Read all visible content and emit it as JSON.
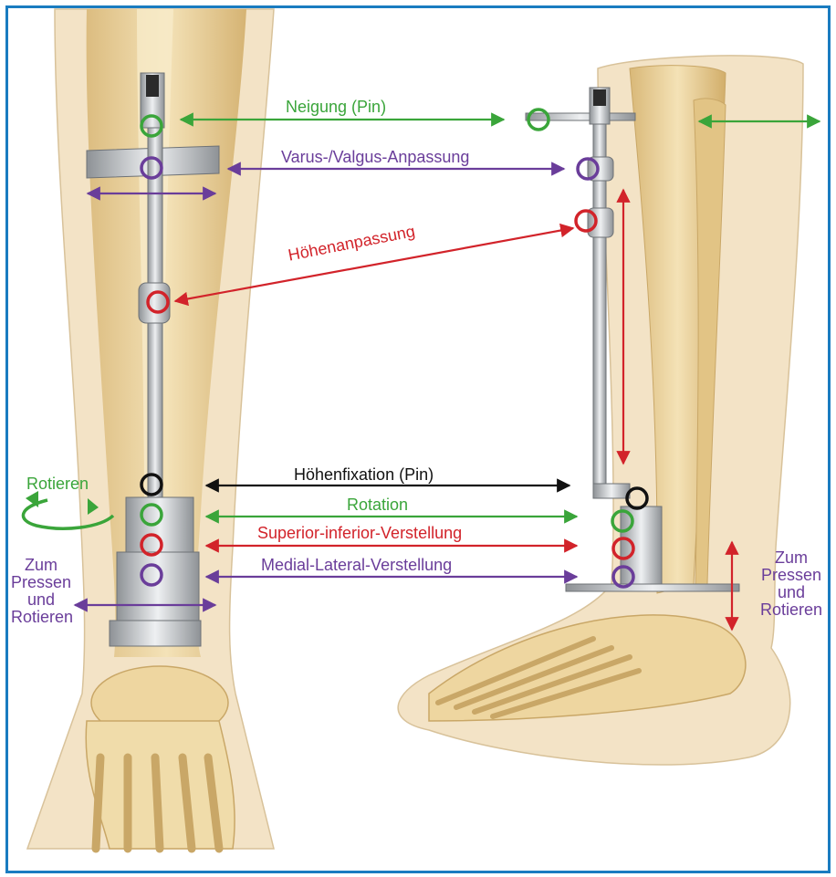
{
  "colors": {
    "border": "#1a7cc0",
    "green": "#3aa53a",
    "purple": "#6a3d9a",
    "red": "#d2232a",
    "black": "#111111",
    "skin": "#f3e3c6",
    "bone": "#e8cf95",
    "metal": "#c8cbcf"
  },
  "labels": {
    "neigung": "Neigung (Pin)",
    "varus": "Varus-/Valgus-Anpassung",
    "hoehenanpassung": "Höhenanpassung",
    "hoehenfixation": "Höhenfixation (Pin)",
    "rotation": "Rotation",
    "superior": "Superior-inferior-Verstellung",
    "medial": "Medial-Lateral-Verstellung",
    "rotieren": "Rotieren",
    "left_press": [
      "Zum",
      "Pressen",
      "und",
      "Rotieren"
    ],
    "right_press": [
      "Zum",
      "Pressen",
      "und",
      "Rotieren"
    ]
  }
}
